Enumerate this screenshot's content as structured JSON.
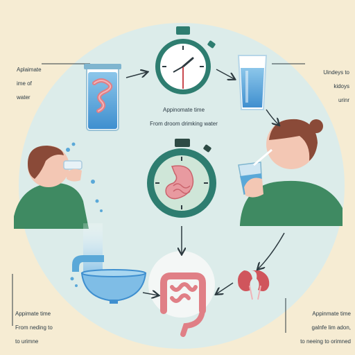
{
  "labels": {
    "top_left": [
      "Aplaimate",
      "ime of",
      "water"
    ],
    "top_right": [
      "Uindeys to",
      "kidoys",
      "urinr"
    ],
    "center": [
      "Appinomate time",
      "From droom drimking water"
    ],
    "bottom_left": [
      "Appimate time",
      "From neding to",
      "to urimne"
    ],
    "bottom_right": [
      "Appinmate time",
      "galnfe lim adon,",
      "to neeing to orimned"
    ]
  },
  "icons": {
    "top_left": "test-tube-with-intestines-icon",
    "top_center": "stopwatch-icon",
    "top_right": "glass-of-water-icon",
    "left": "person-drinking-icon",
    "center": "stopwatch-with-stomach-icon",
    "right": "woman-drinking-icon",
    "bottom_left": "faucet-and-bowl-icon",
    "bottom_center": "intestines-icon",
    "bottom_right": "kidneys-icon"
  },
  "colors": {
    "background": "#f6ecd3",
    "circle": "#dcecea",
    "teal": "#2e7d70",
    "green": "#3f8a62",
    "water": "#5aa8d8",
    "intestine": "#e07f86",
    "arrow": "#2d3a40"
  }
}
